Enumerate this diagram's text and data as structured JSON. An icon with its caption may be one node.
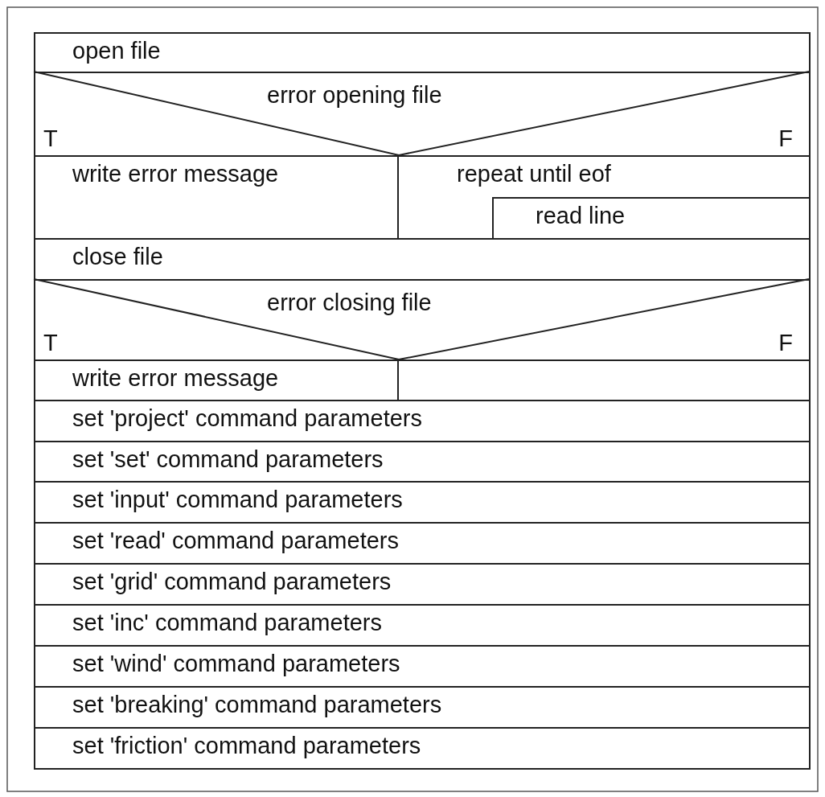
{
  "diagram": {
    "nodes": [
      {
        "text": [
          "open file"
        ]
      },
      {
        "text": [
          "error opening file",
          "T",
          "F"
        ]
      },
      {
        "text": [
          "write error message"
        ]
      },
      {
        "text": [
          "repeat until eof"
        ]
      },
      {
        "text": [
          "read line"
        ],
        "in": 3
      },
      {
        "text": [
          "close file"
        ]
      },
      {
        "text": [
          "error closing file",
          "T",
          "F"
        ]
      },
      {
        "text": [
          "write error message"
        ]
      },
      {
        "text": [],
        "shape": "box"
      },
      {
        "text": [
          "set 'project' command parameters"
        ]
      },
      {
        "text": [
          "set 'set' command parameters"
        ]
      },
      {
        "text": [
          "set 'input' command parameters"
        ]
      },
      {
        "text": [
          "set 'read' command parameters"
        ]
      },
      {
        "text": [
          "set 'grid' command parameters"
        ]
      },
      {
        "text": [
          "set 'inc' command parameters"
        ]
      },
      {
        "text": [
          "set 'wind' command parameters"
        ]
      },
      {
        "text": [
          "set 'breaking' command parameters"
        ]
      },
      {
        "text": [
          "set 'friction' command parameters"
        ]
      }
    ]
  }
}
